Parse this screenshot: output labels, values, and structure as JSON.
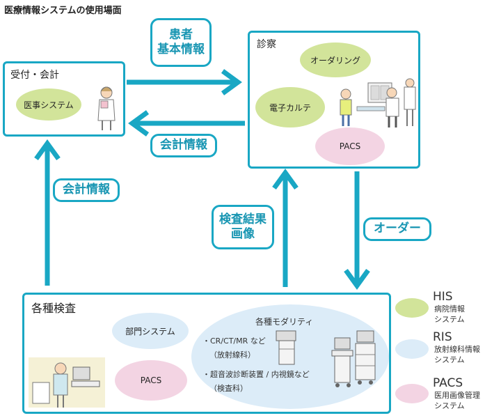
{
  "title": "医療情報システムの使用場面",
  "reception": {
    "label": "受付・会計",
    "system": "医事システム"
  },
  "exam_room": {
    "label": "診察",
    "ordering": "オーダリング",
    "emr": "電子カルテ",
    "pacs": "PACS"
  },
  "testing": {
    "label": "各種検査",
    "dept_system": "部門システム",
    "pacs": "PACS",
    "modality_title": "各種モダリティ",
    "modality_line1": "・CR/CT/MR など",
    "modality_line2": "（放射線科）",
    "modality_line3": "・超音波診断装置 / 内視鏡など",
    "modality_line4": "（検査科）"
  },
  "flows": {
    "patient_info_line1": "患者",
    "patient_info_line2": "基本情報",
    "billing_top": "会計情報",
    "billing_left": "会計情報",
    "results_line1": "検査結果",
    "results_line2": "画像",
    "order": "オーダー"
  },
  "legend": [
    {
      "abbr": "HIS",
      "line1": "病院情報",
      "line2": "システム",
      "color": "#d2e49a"
    },
    {
      "abbr": "RIS",
      "line1": "放射線科情報",
      "line2": "システム",
      "color": "#dcecf8"
    },
    {
      "abbr": "PACS",
      "line1": "医用画像管理",
      "line2": "システム",
      "color": "#f3d4e3"
    }
  ],
  "colors": {
    "accent": "#19a7c4",
    "his": "#d2e49a",
    "ris": "#dcecf8",
    "pacs": "#f3d4e3"
  }
}
